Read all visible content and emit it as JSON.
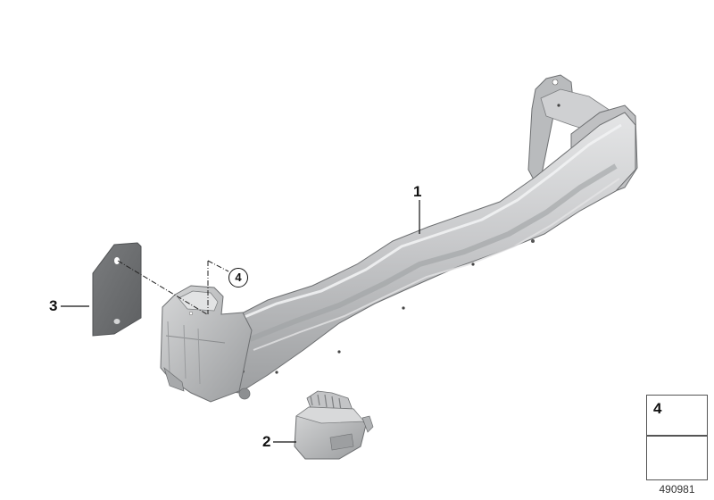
{
  "diagram": {
    "type": "exploded-parts-diagram",
    "subject": "Front bumper carrier / crash beam assembly",
    "diagram_id": "490981"
  },
  "callouts": [
    {
      "number": "1",
      "part": "Bumper carrier beam",
      "style": "plain"
    },
    {
      "number": "2",
      "part": "Bracket / connector module",
      "style": "plain"
    },
    {
      "number": "3",
      "part": "Cover plate",
      "style": "plain"
    },
    {
      "number": "4",
      "part": "Hex flange nut",
      "style": "circled"
    }
  ],
  "legend": {
    "nut_box": {
      "number": "4",
      "icon": "hex-flange-nut"
    },
    "arrow_box": {
      "icon": "direction-arrow"
    }
  },
  "colors": {
    "metal_light": "#d9dadb",
    "metal_mid": "#b4b6b8",
    "metal_dark": "#8a8c8e",
    "plate_dark": "#6d6f71",
    "outline": "#555759",
    "text": "#111111"
  }
}
